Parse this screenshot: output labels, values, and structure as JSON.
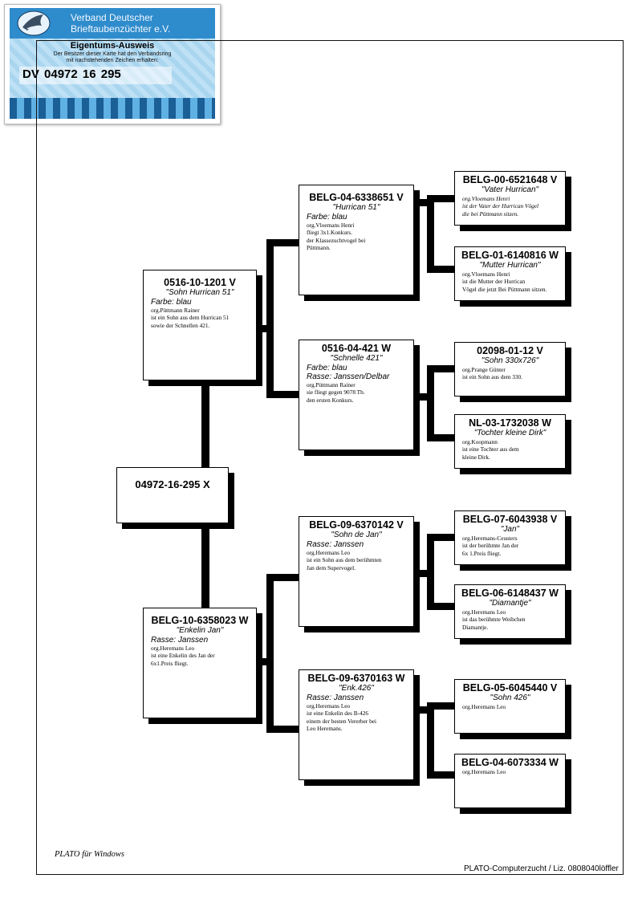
{
  "card": {
    "org_line1": "Verband Deutscher",
    "org_line2": "Brieftaubenzüchter e.V.",
    "title": "Eigentums-Ausweis",
    "text_line1": "Der Besitzer dieser Karte hat den Verbandsring",
    "text_line2": "mit nachstehenden Zeichen erhalten:",
    "number": "DV 04972 16   295",
    "logo_icon": "dove-logo-icon",
    "colors": {
      "blue": "#2b82c4",
      "light_blue": "#bfe1f5"
    }
  },
  "pedigree": {
    "subject": {
      "ring": "04972-16-295 X"
    },
    "sire": {
      "ring": "0516-10-1201 V",
      "name": "\"Sohn Hurrican 51\"",
      "attrs": [
        "Farbe: blau"
      ],
      "desc": [
        "org.Püttmann Rainer",
        "ist ein Sohn aus dem Hurrican 51",
        "sowie der Schnellen 421."
      ]
    },
    "dam": {
      "ring": "BELG-10-6358023 W",
      "name": "\"Enkelin Jan\"",
      "attrs": [
        "Rasse: Janssen"
      ],
      "desc": [
        "org.Heremans Leo",
        "ist eine Enkelin des Jan der",
        "6x1.Preis fliegt."
      ]
    },
    "sire_sire": {
      "ring": "BELG-04-6338651 V",
      "name": "\"Hurrican 51\"",
      "attrs": [
        "Farbe: blau"
      ],
      "desc": [
        "org.Vloemans Henri",
        "fliegt 3x1.Konkurs.",
        "der Klassezuchtvogel bei",
        "Püttmann."
      ]
    },
    "sire_dam": {
      "ring": "0516-04-421 W",
      "name": "\"Schnelle 421\"",
      "attrs": [
        "Farbe: blau",
        "Rasse: Janssen/Delbar"
      ],
      "desc": [
        "org.Püttmann Rainer",
        "sie fliegt gegen 9078 Tb.",
        "den ersten Konkurs."
      ]
    },
    "dam_sire": {
      "ring": "BELG-09-6370142 V",
      "name": "\"Sohn de Jan\"",
      "attrs": [
        "Rasse: Janssen"
      ],
      "desc": [
        "org.Heremans Leo",
        "ist ein Sohn aus dem berühmten",
        "Jan dem Supervogel."
      ]
    },
    "dam_dam": {
      "ring": "BELG-09-6370163 W",
      "name": "\"Enk.426\"",
      "attrs": [
        "Rasse: Janssen"
      ],
      "desc": [
        "org.Heremans Leo",
        "ist eine Enkelin des B-426",
        "einem der besten Vererber bei",
        "Leo Heremans."
      ]
    },
    "ss_sire": {
      "ring": "BELG-00-6521648 V",
      "name": "\"Vater Hurrican\"",
      "desc": [
        "org.Vloemans Henri",
        "ist der Vater der Hurrican Vögel",
        "die bei Püttmann sitzen."
      ]
    },
    "ss_dam": {
      "ring": "BELG-01-6140816 W",
      "name": "\"Mutter Hurrican\"",
      "desc": [
        "org.Vloemans Henri",
        "ist die Mutter der Hurrican",
        "Vögel die jetzt Bei Püttmann sitzen."
      ]
    },
    "sd_sire": {
      "ring": "02098-01-12 V",
      "name": "\"Sohn 330x726\"",
      "desc": [
        "org.Prange Günter",
        "ist ein Sohn aus dem 330."
      ]
    },
    "sd_dam": {
      "ring": "NL-03-1732038 W",
      "name": "\"Tochter kleine Dirk\"",
      "desc": [
        "org.Koopmann",
        "ist eine Tochter aus dem",
        "kleine Dirk."
      ]
    },
    "ds_sire": {
      "ring": "BELG-07-6043938 V",
      "name": "\"Jan\"",
      "desc": [
        "org.Heremans-Ceusters",
        "ist der berühmte Jan der",
        "6x 1.Preis fliegt."
      ]
    },
    "ds_dam": {
      "ring": "BELG-06-6148437 W",
      "name": "\"Diamantje\"",
      "desc": [
        "org.Heremans Leo",
        "ist das berühmte Weibchen",
        "Diamantje."
      ]
    },
    "dd_sire": {
      "ring": "BELG-05-6045440 V",
      "name": "\"Sohn 426\"",
      "desc": [
        "org.Heremans Leo"
      ]
    },
    "dd_dam": {
      "ring": "BELG-04-6073334 W",
      "name": "",
      "desc": [
        "org.Heremans Leo"
      ]
    }
  },
  "footer": {
    "left": "PLATO für Windows",
    "right": "PLATO-Computerzucht / Liz. 0808040löffler"
  }
}
